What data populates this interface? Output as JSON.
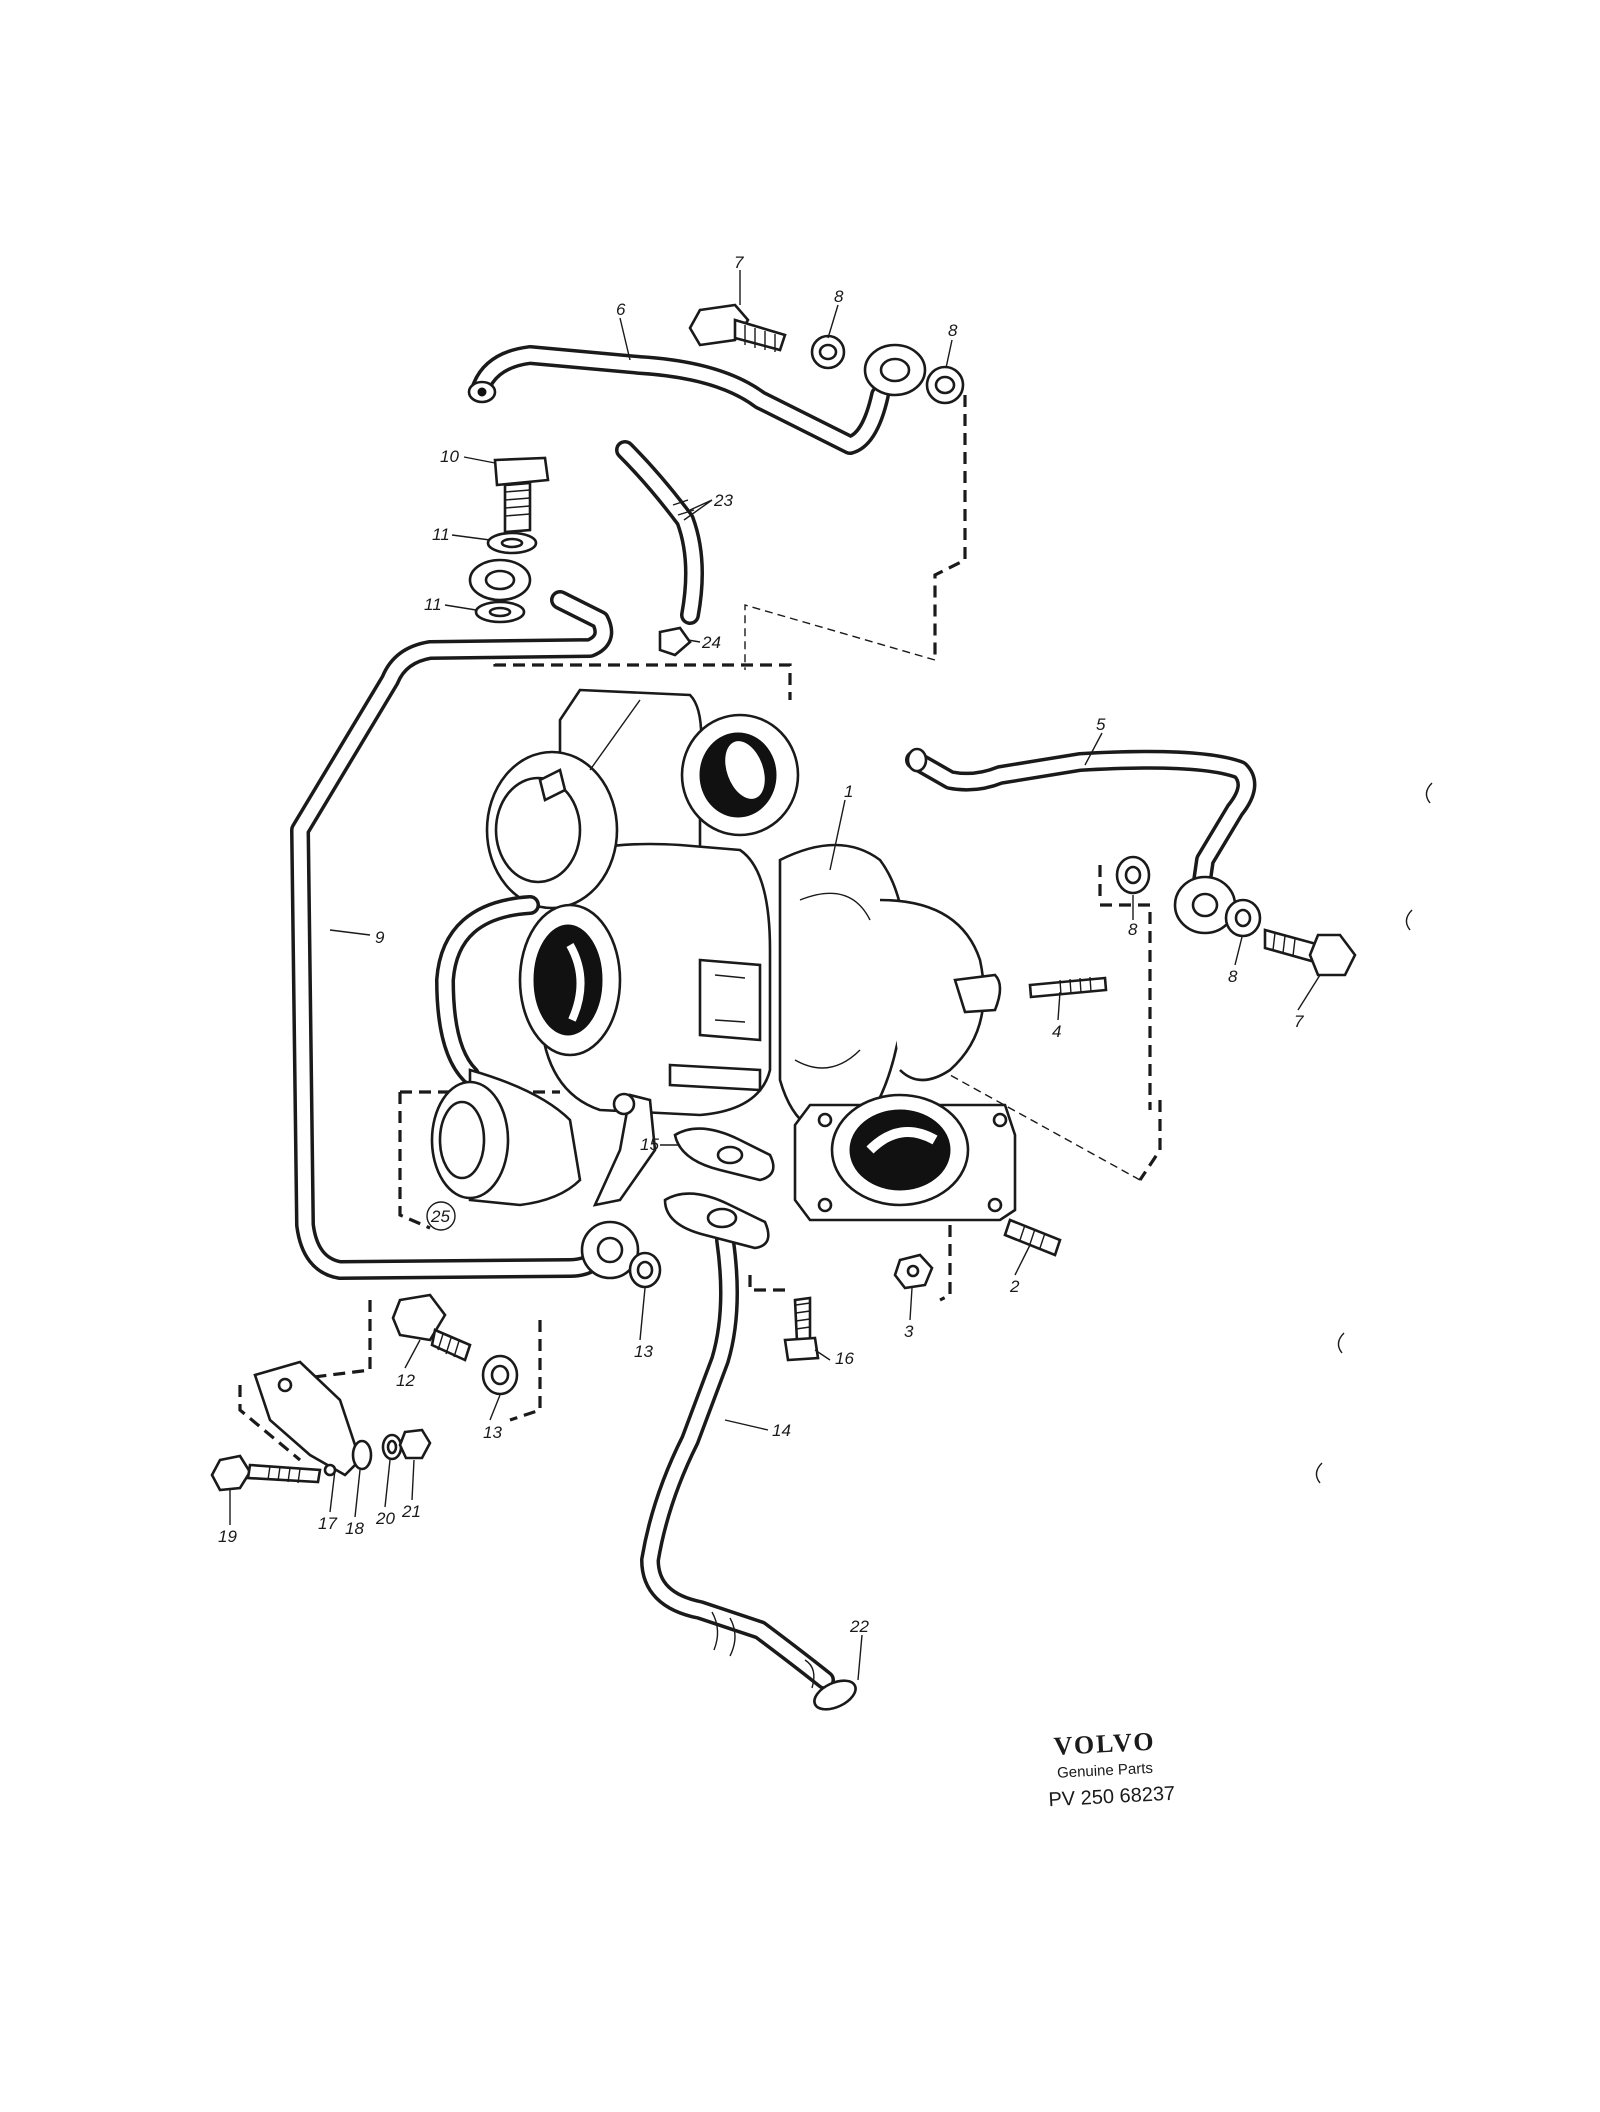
{
  "diagram": {
    "callouts": [
      {
        "id": "c1",
        "text": "1"
      },
      {
        "id": "c2",
        "text": "2"
      },
      {
        "id": "c3",
        "text": "3"
      },
      {
        "id": "c4",
        "text": "4"
      },
      {
        "id": "c5",
        "text": "5"
      },
      {
        "id": "c6",
        "text": "6"
      },
      {
        "id": "c7a",
        "text": "7"
      },
      {
        "id": "c7b",
        "text": "7"
      },
      {
        "id": "c8a",
        "text": "8"
      },
      {
        "id": "c8b",
        "text": "8"
      },
      {
        "id": "c8c",
        "text": "8"
      },
      {
        "id": "c8d",
        "text": "8"
      },
      {
        "id": "c9",
        "text": "9"
      },
      {
        "id": "c10",
        "text": "10"
      },
      {
        "id": "c11a",
        "text": "11"
      },
      {
        "id": "c11b",
        "text": "11"
      },
      {
        "id": "c12",
        "text": "12"
      },
      {
        "id": "c13a",
        "text": "13"
      },
      {
        "id": "c13b",
        "text": "13"
      },
      {
        "id": "c14",
        "text": "14"
      },
      {
        "id": "c15",
        "text": "15"
      },
      {
        "id": "c16",
        "text": "16"
      },
      {
        "id": "c17",
        "text": "17"
      },
      {
        "id": "c18",
        "text": "18"
      },
      {
        "id": "c19",
        "text": "19"
      },
      {
        "id": "c20",
        "text": "20"
      },
      {
        "id": "c21",
        "text": "21"
      },
      {
        "id": "c22",
        "text": "22"
      },
      {
        "id": "c23",
        "text": "23"
      },
      {
        "id": "c24",
        "text": "24"
      },
      {
        "id": "c25",
        "text": "25"
      }
    ]
  },
  "footer": {
    "brand": "VOLVO",
    "tagline": "Genuine Parts",
    "part_number": "PV 250 68237"
  }
}
